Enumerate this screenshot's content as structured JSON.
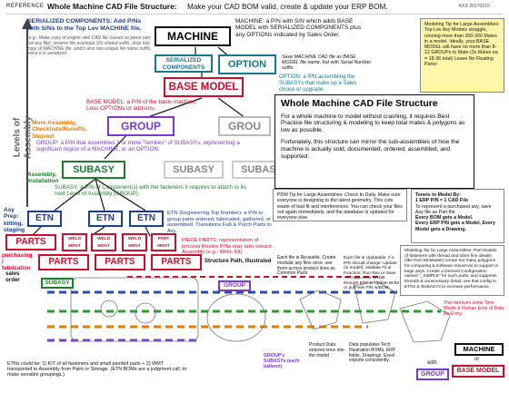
{
  "header": {
    "ref": "REFERENCE",
    "title": "Whole Machine CAD File Structure:",
    "subtitle": "Make your CAD BOM valid, create & update your ERP BOM.",
    "id": "KKS 20170310"
  },
  "nodes": {
    "machine": "MACHINE",
    "serialized": "SERIALIZED COMPONENTS",
    "option": "OPTION",
    "base_model": "BASE MODEL",
    "group": "GROUP",
    "subasy": "SUBASY",
    "etn": "ETN",
    "parts": "PARTS",
    "weldment": "WELD MENT",
    "part_ment": "PART MENT",
    "subasy_small": "SUBASY",
    "group_small": "GROUP",
    "machine_footer": "MACHINE",
    "or": "or",
    "base_model_footer": "BASE MODEL",
    "with": "with",
    "group_footer": "GROUP",
    "group_ghost": "GROU",
    "subasy_ghost": "SUBASY"
  },
  "left": {
    "levels": "Levels of Assembly",
    "more_assembly": "More Assembly, Checklists/Runoffs, Shipout",
    "assembly_install": "Assembly, Installation",
    "asy_prep": "Asy Prep: kitting, staging",
    "purchasing": "purchasing / fabrication",
    "sales_order": "sales order"
  },
  "text": {
    "serialized_desc": "SERIALIZED COMPONENTS: Add P/Ns with S/Ns to the Top Lev MACHINE file.",
    "serialized_note": "(e.g.: Make copy of engine skel CAD file (saved as piece part, not asy file), rename file w/unique SN related suffix, drop into copy of MACHINE file, which also has unique file name suffix, since it is serialized.",
    "machine_desc": "MACHINE: a P/N with S/N which adds BASE MODEL with SERIALIZED COMPONENTS plus any OPTIONs indicated by Sales Order.",
    "save_note": "Save MACHINE CAD file as BASE MODEL file name, but with Serial Number suffix.",
    "option_desc": "OPTION: a P/N assembling the SUBASYs that make up a Sales choice or upgrade.",
    "base_desc": "BASE MODEL: a P/N of the basic machine, Less OPTIONs or add-ons.",
    "group_desc": "GROUP: a P/N that assembles 1 or more \"families\" of SUBASYs, representing a significant region of a MACHINE, or an OPTION.",
    "subasy_desc": "SUBASY: a P/N of Component(s) with the fasteners it requires to attach to its next Level of Assembly (GROUP).",
    "etn_desc": "ETN (Engineering Top Number): a P/N to group parts ordered, fabricated, gathered, or assembled. Transitions Fab & Purch Parts to Asy.",
    "piece_desc": "PIECE PARTS: representation of process Routes P/Ns may take toward Assembly (e.g.; Weld, Kit)",
    "structure_path": "Structure Path, Illustrated",
    "etn_note": "ETNs could be: 1) KIT of all fasteners and small painted parts + 2) WMT transported to Assembly from Paint or Storage. (ETN BOMs are a judgment call, to make sensible groupings.)"
  },
  "big": {
    "title": "Whole Machine CAD File Structure",
    "p1": "For a whole machine to model without crashing, it requires Best Practice file structuring & modeling to keep total mates & polygons as low as possible.",
    "p2": "Fortunately, this structure can mirror the sub-assemblies of how the machine is actually sold, documented, ordered, assembled, and supported."
  },
  "tips": {
    "modeling1": "Modeling Tip for Large Assemblies: Top Lev Asy Models struggle, running more than 200-300 Mates in a model. Ideally, your BASE MODEL will have no more than 8-12 GROUPs to Mate (3x Mates ea = 18-36 total) Leave No Floating Parts!",
    "pdm": "PDM Tip for Large Assemblies: Check In Daily. Make sure everyone is designing to the latest geometry. This cuts waste of bad fit and interferences. You can check your files out again immediately, and the database is updated for everyone else.",
    "tenets_title": "Tenets to Model By:",
    "tenet1": "1 ERP P/N = 1 CAD File",
    "tenet1b": "To represent a purchased asy, save Asy file as Part file.",
    "tenet2": "Every BOM gets a Model.",
    "tenet3": "Every ERP P/N gets a Model, Every Model gets a Drawing.",
    "modeling2": "Modeling Tip for Large Assemblies: Part Models of fasteners with thread and other fine details (like from McMaster) create too many polygons for computing & software resources to support in large asys. Create a Derived Configuration named \"_SIMPLE\" for such parts, and suppress threads & unnecessary detail; use that config in ETNs & SUBASYs to increase performance.",
    "reusable": "Each file is Reusable. Create modular asy files once, use them across product lines as Common Parts.",
    "updatable": "Each file is Updatable. If a P/N should change: Update (in model); Validate Fit & Function; Run Rev or Save As Copy=New CADB through ERP to update BOM or pull new P/N w/BOM.",
    "removes": "This removes some Time Waste & Human Error of Data Re-Entry.",
    "product_data": "Product Data entered once into the model",
    "populates": "Data populates Tech Illustration BOMs, ERP fields, Drawings, Excel exports consistently.",
    "group_subasys": "GROUP's SUBASYs (each balloon)"
  }
}
